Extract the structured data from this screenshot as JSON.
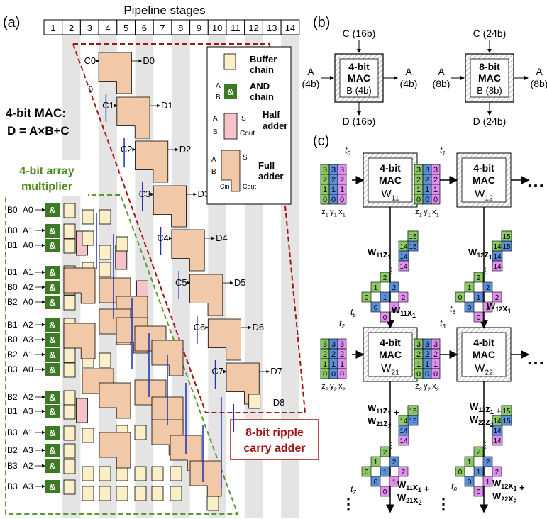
{
  "panel_labels": {
    "a": "(a)",
    "b": "(b)",
    "c": "(c)"
  },
  "pipeline": {
    "title": "Pipeline stages",
    "stages": [
      "1",
      "2",
      "3",
      "4",
      "5",
      "6",
      "7",
      "8",
      "9",
      "10",
      "11",
      "12",
      "13",
      "14"
    ]
  },
  "mac_equation": {
    "line1": "4-bit MAC:",
    "line2": "D = A×B+C"
  },
  "array_mult_label": {
    "line1": "4-bit array",
    "line2": "multiplier"
  },
  "ripple_label": {
    "line1": "8-bit ripple",
    "line2": "carry adder"
  },
  "legend": {
    "buffer": [
      "Buffer",
      "chain"
    ],
    "and": [
      "AND",
      "chain"
    ],
    "half": [
      "Half",
      "adder"
    ],
    "full": [
      "Full",
      "adder"
    ],
    "and_symbol": "&",
    "pin_a": "A",
    "pin_b": "B",
    "pin_s": "S",
    "pin_cout": "Cout",
    "pin_cin": "Cin"
  },
  "carry_inputs": [
    "C0",
    "C1",
    "C2",
    "C3",
    "C4",
    "C5",
    "C6",
    "C7"
  ],
  "sum_outputs": [
    "D0",
    "D1",
    "D2",
    "D3",
    "D4",
    "D5",
    "D6",
    "D7",
    "D8"
  ],
  "zero_label": "0",
  "and_rows": [
    {
      "a": "B0",
      "b": "A0"
    },
    {
      "a": "B0",
      "b": "A1"
    },
    {
      "a": "B1",
      "b": "A0"
    },
    {
      "a": "B1",
      "b": "A1"
    },
    {
      "a": "B0",
      "b": "A2"
    },
    {
      "a": "B2",
      "b": "A0"
    },
    {
      "a": "B1",
      "b": "A2"
    },
    {
      "a": "B0",
      "b": "A3"
    },
    {
      "a": "B2",
      "b": "A1"
    },
    {
      "a": "B3",
      "b": "A0"
    },
    {
      "a": "B2",
      "b": "A2"
    },
    {
      "a": "B1",
      "b": "A3"
    },
    {
      "a": "B3",
      "b": "A1"
    },
    {
      "a": "B2",
      "b": "A3"
    },
    {
      "a": "B3",
      "b": "A2"
    },
    {
      "a": "B3",
      "b": "A3"
    }
  ],
  "panel_b": [
    {
      "title": [
        "4-bit",
        "MAC"
      ],
      "c": "C (16b)",
      "a_in": [
        "A",
        "(4b)"
      ],
      "a_out": [
        "A",
        "(4b)"
      ],
      "b": "B (4b)",
      "d": "D (16b)"
    },
    {
      "title": [
        "8-bit",
        "MAC"
      ],
      "c": "C (24b)",
      "a_in": [
        "A",
        "(8b)"
      ],
      "a_out": [
        "A",
        "(8b)"
      ],
      "b": "B (8b)",
      "d": "D (24b)"
    }
  ],
  "panel_c": {
    "mac_title": [
      "4-bit",
      "MAC"
    ],
    "weights": [
      "W11",
      "W12",
      "W21",
      "W22"
    ],
    "ellipsis": "…",
    "vdots": "⋮",
    "times": [
      "t0",
      "t1",
      "t2",
      "t3",
      "t5",
      "t6",
      "t7",
      "t8"
    ],
    "input_cols": [
      [
        "3",
        "2",
        "1",
        "0"
      ],
      [
        "3",
        "2",
        "1",
        "0"
      ],
      [
        "3",
        "2",
        "1",
        "0"
      ]
    ],
    "input_labels_row1": [
      "z1",
      "y1",
      "x1"
    ],
    "input_labels_row2": [
      "z2",
      "y2",
      "x2"
    ],
    "outputs": [
      "W11z1",
      "W11x1",
      "W12z1",
      "W12x1",
      "W11z1 + W21z2",
      "W11x1 + W21x2",
      "W12z1 + W22z2",
      "W12x1 + W22x2"
    ],
    "stair_values": {
      "col_a": [
        "0",
        "1",
        "2"
      ],
      "col_b": [
        "0",
        "1",
        "2"
      ],
      "col_c": [
        "0",
        "1",
        "2"
      ],
      "top_a": [
        "14",
        "15"
      ],
      "top_b": [
        "14",
        "15"
      ],
      "top_c": [
        "15"
      ],
      "last": [
        "14"
      ]
    }
  },
  "colors": {
    "orange_stage_dash": "#a31515",
    "green_dash": "#5c9a2e",
    "full_adder": "#f2c9a8",
    "half_adder": "#f4c4c8",
    "buffer": "#fbefc9",
    "and_gate": "#3c7a26",
    "carry_line": "#1d2fb5",
    "stage_band": "#e4e4e4",
    "green": "#8bc866",
    "blue": "#5b8fd9",
    "magenta": "#e08ff0"
  }
}
